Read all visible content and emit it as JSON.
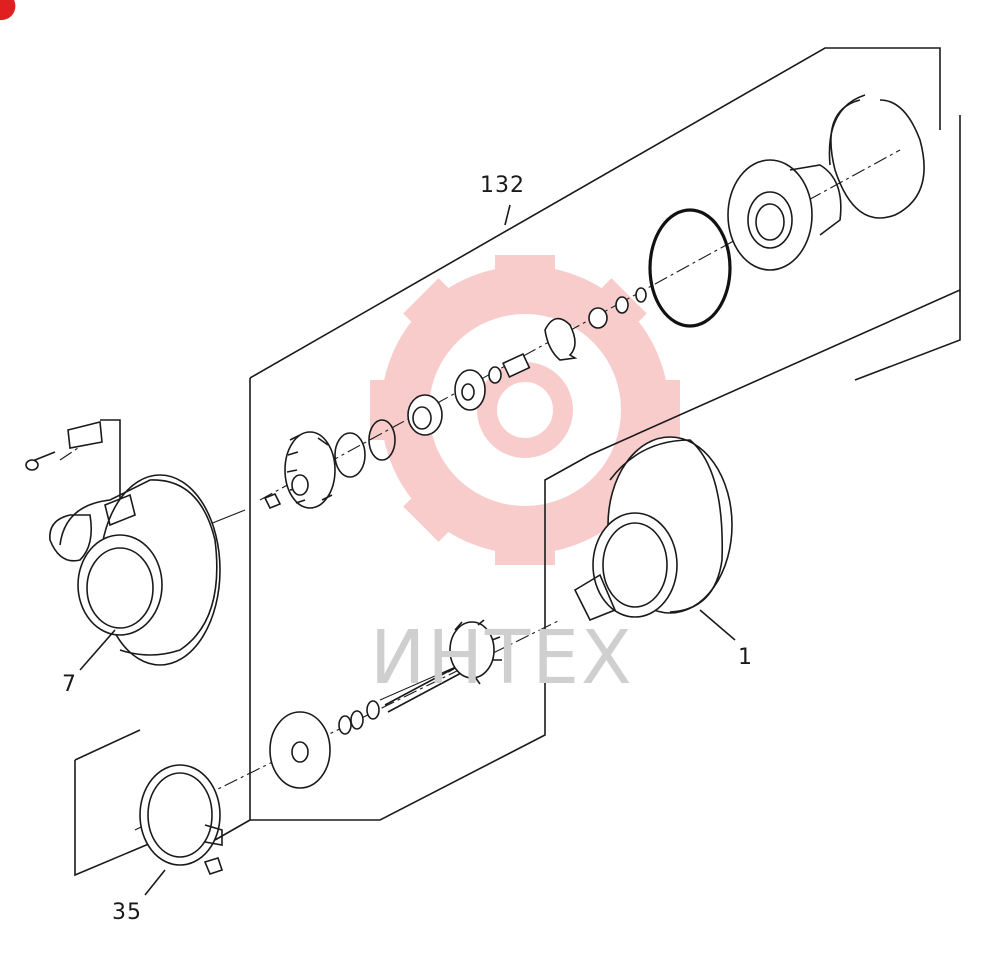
{
  "diagram": {
    "callouts": [
      {
        "id": "c132",
        "text": "132"
      },
      {
        "id": "c7",
        "text": "7"
      },
      {
        "id": "c1",
        "text": "1"
      },
      {
        "id": "c35",
        "text": "35"
      }
    ]
  },
  "watermark": {
    "text": "ИНТЕХ",
    "color": "#f5a3a3"
  },
  "corner_mark_color": "#e02020"
}
